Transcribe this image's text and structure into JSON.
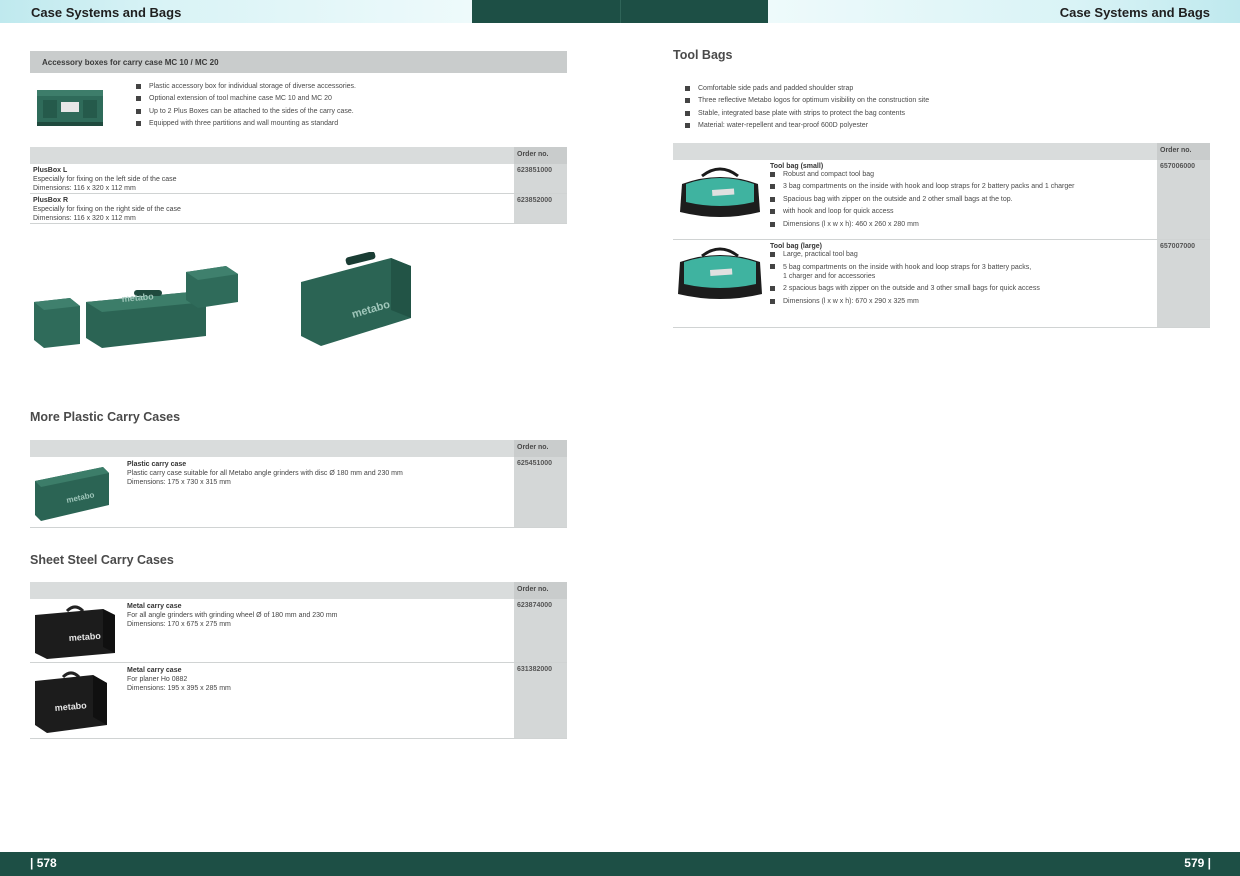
{
  "header": {
    "left_title": "Case Systems and Bags",
    "right_title": "Case Systems and Bags"
  },
  "footer": {
    "left_page": "| 578",
    "right_page": "579 |"
  },
  "left": {
    "accessory": {
      "bar_label": "Accessory boxes for carry case MC 10 / MC 20",
      "bullets": [
        "Plastic accessory box for individual storage of diverse accessories.",
        "Optional extension of tool machine case MC 10 and MC 20",
        "Up to 2 Plus Boxes can be attached to the sides of the carry case.",
        "Equipped with three partitions and wall mounting as standard"
      ],
      "order_label": "Order no.",
      "rows": [
        {
          "title": "PlusBox L",
          "line1": "Especially for fixing on the left side of the case",
          "line2": "Dimensions: 116 x 320 x 112 mm",
          "code": "623851000"
        },
        {
          "title": "PlusBox R",
          "line1": "Especially for fixing on the right side of the case",
          "line2": "Dimensions: 116 x 320 x 112 mm",
          "code": "623852000"
        }
      ]
    },
    "plastic": {
      "heading": "More Plastic Carry Cases",
      "order_label": "Order no.",
      "rows": [
        {
          "title": "Plastic carry case",
          "line1": "Plastic carry case suitable for all Metabo angle grinders with disc Ø 180 mm and 230 mm",
          "line2": "Dimensions: 175 x 730 x 315 mm",
          "code": "625451000"
        }
      ]
    },
    "steel": {
      "heading": "Sheet Steel Carry Cases",
      "order_label": "Order no.",
      "rows": [
        {
          "title": "Metal carry case",
          "line1": "For all angle grinders with grinding wheel Ø of 180 mm and 230 mm",
          "line2": "Dimensions: 170 x 675 x 275 mm",
          "code": "623874000"
        },
        {
          "title": "Metal carry case",
          "line1": "For planer Ho 0882",
          "line2": "Dimensions: 195 x 395 x 285 mm",
          "code": "631382000"
        }
      ]
    }
  },
  "right": {
    "toolbags": {
      "heading": "Tool Bags",
      "bullets": [
        "Comfortable side pads and padded shoulder strap",
        "Three reflective Metabo logos for optimum visibility on the construction site",
        "Stable, integrated base plate with strips to protect the bag contents",
        "Material: water-repellent and tear-proof 600D polyester"
      ],
      "order_label": "Order no.",
      "small": {
        "title": "Tool bag (small)",
        "code": "657006000",
        "bullets": [
          "Robust and compact tool bag",
          "3 bag compartments on the inside with hook and loop straps for 2 battery packs and 1 charger",
          "Spacious bag with zipper on the outside and 2 other small bags at the top.",
          "with hook and loop for quick access",
          "Dimensions (l x w x h): 460 x 260 x 280 mm"
        ]
      },
      "large": {
        "title": "Tool bag (large)",
        "code": "657007000",
        "bullets": [
          "Large, practical tool bag",
          "5 bag compartments on the inside with hook and loop straps for 3 battery packs,",
          "2 spacious bags with zipper on the outside and 3 other small bags for quick access",
          "Dimensions (l x w x h): 670 x 290 x 325 mm"
        ],
        "bullet2_cont": "1 charger and for accessories"
      }
    }
  },
  "brand": {
    "logo_text": "metabo"
  },
  "colors": {
    "dark_green": "#1d4f45",
    "case_green": "#2f6b5a",
    "bag_teal": "#3fb3a0"
  }
}
